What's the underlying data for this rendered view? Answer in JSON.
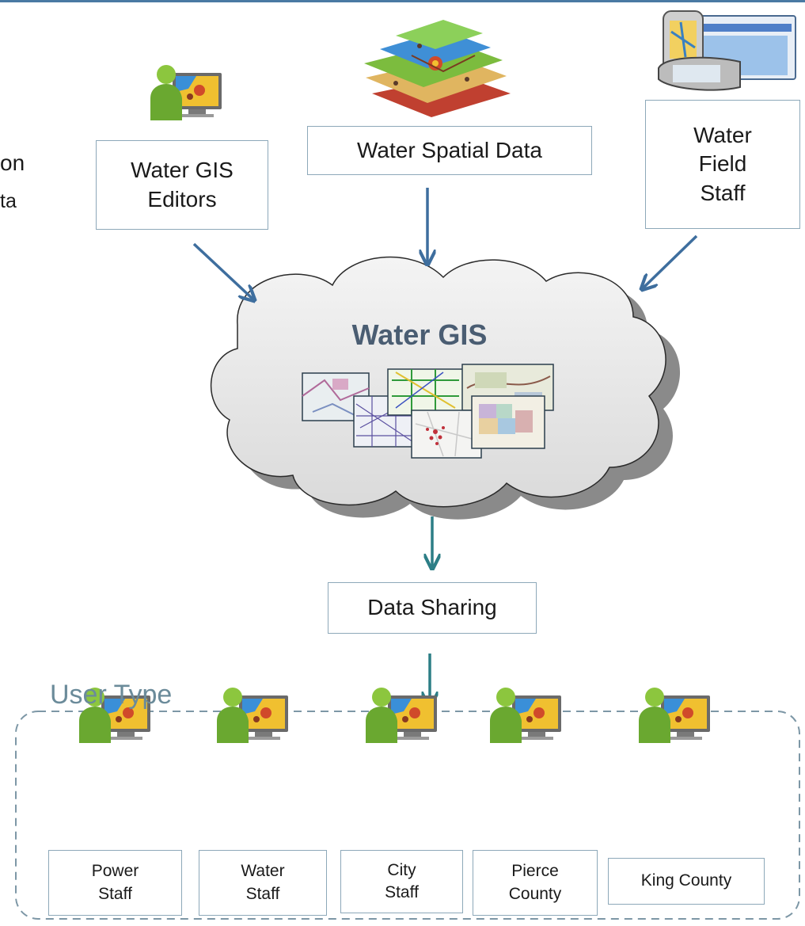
{
  "edge_text": {
    "line1": "on",
    "line2": "ta"
  },
  "sources": {
    "editors": "Water GIS\nEditors",
    "spatial": "Water Spatial Data",
    "field": "Water\nField\nStaff"
  },
  "cloud": {
    "title": "Water GIS"
  },
  "sharing": {
    "label": "Data Sharing"
  },
  "user_type": {
    "title": "User Type",
    "users": [
      {
        "label": "Power\nStaff"
      },
      {
        "label": "Water\nStaff"
      },
      {
        "label": "City\nStaff"
      },
      {
        "label": "Pierce\nCounty"
      },
      {
        "label": "King County"
      }
    ]
  },
  "colors": {
    "arrow_blue": "#3e6e9e",
    "arrow_teal": "#2c7e86",
    "box_border": "#8da8b9",
    "user_type_text": "#6b8b9a"
  }
}
